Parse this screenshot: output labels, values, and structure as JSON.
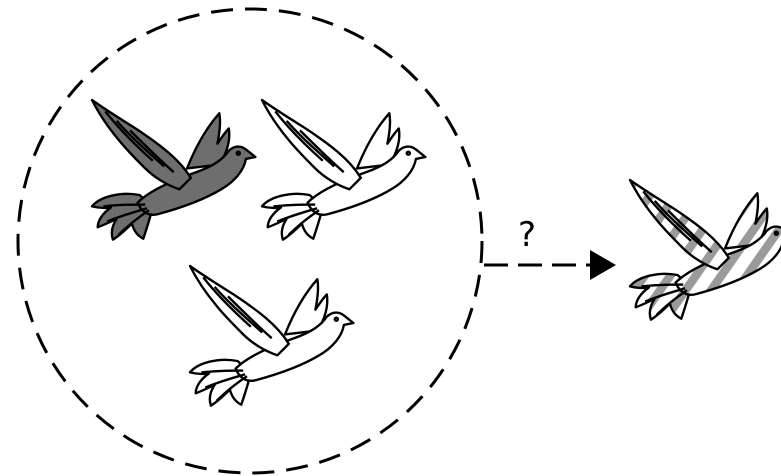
{
  "diagram": {
    "question_label": "?",
    "group": {
      "boundary": "dashed-circle",
      "members": [
        {
          "id": "dove-gray",
          "fill": "#6e6e6e",
          "pattern": "solid"
        },
        {
          "id": "dove-white-top",
          "fill": "#ffffff",
          "pattern": "solid"
        },
        {
          "id": "dove-white-bottom",
          "fill": "#ffffff",
          "pattern": "solid"
        }
      ]
    },
    "arrow": {
      "style": "dashed",
      "direction": "right",
      "head": "filled-triangle"
    },
    "result": {
      "id": "dove-striped",
      "fill": "#ffffff",
      "stripe_color": "#9a9a9a",
      "pattern": "diagonal-stripes"
    }
  }
}
